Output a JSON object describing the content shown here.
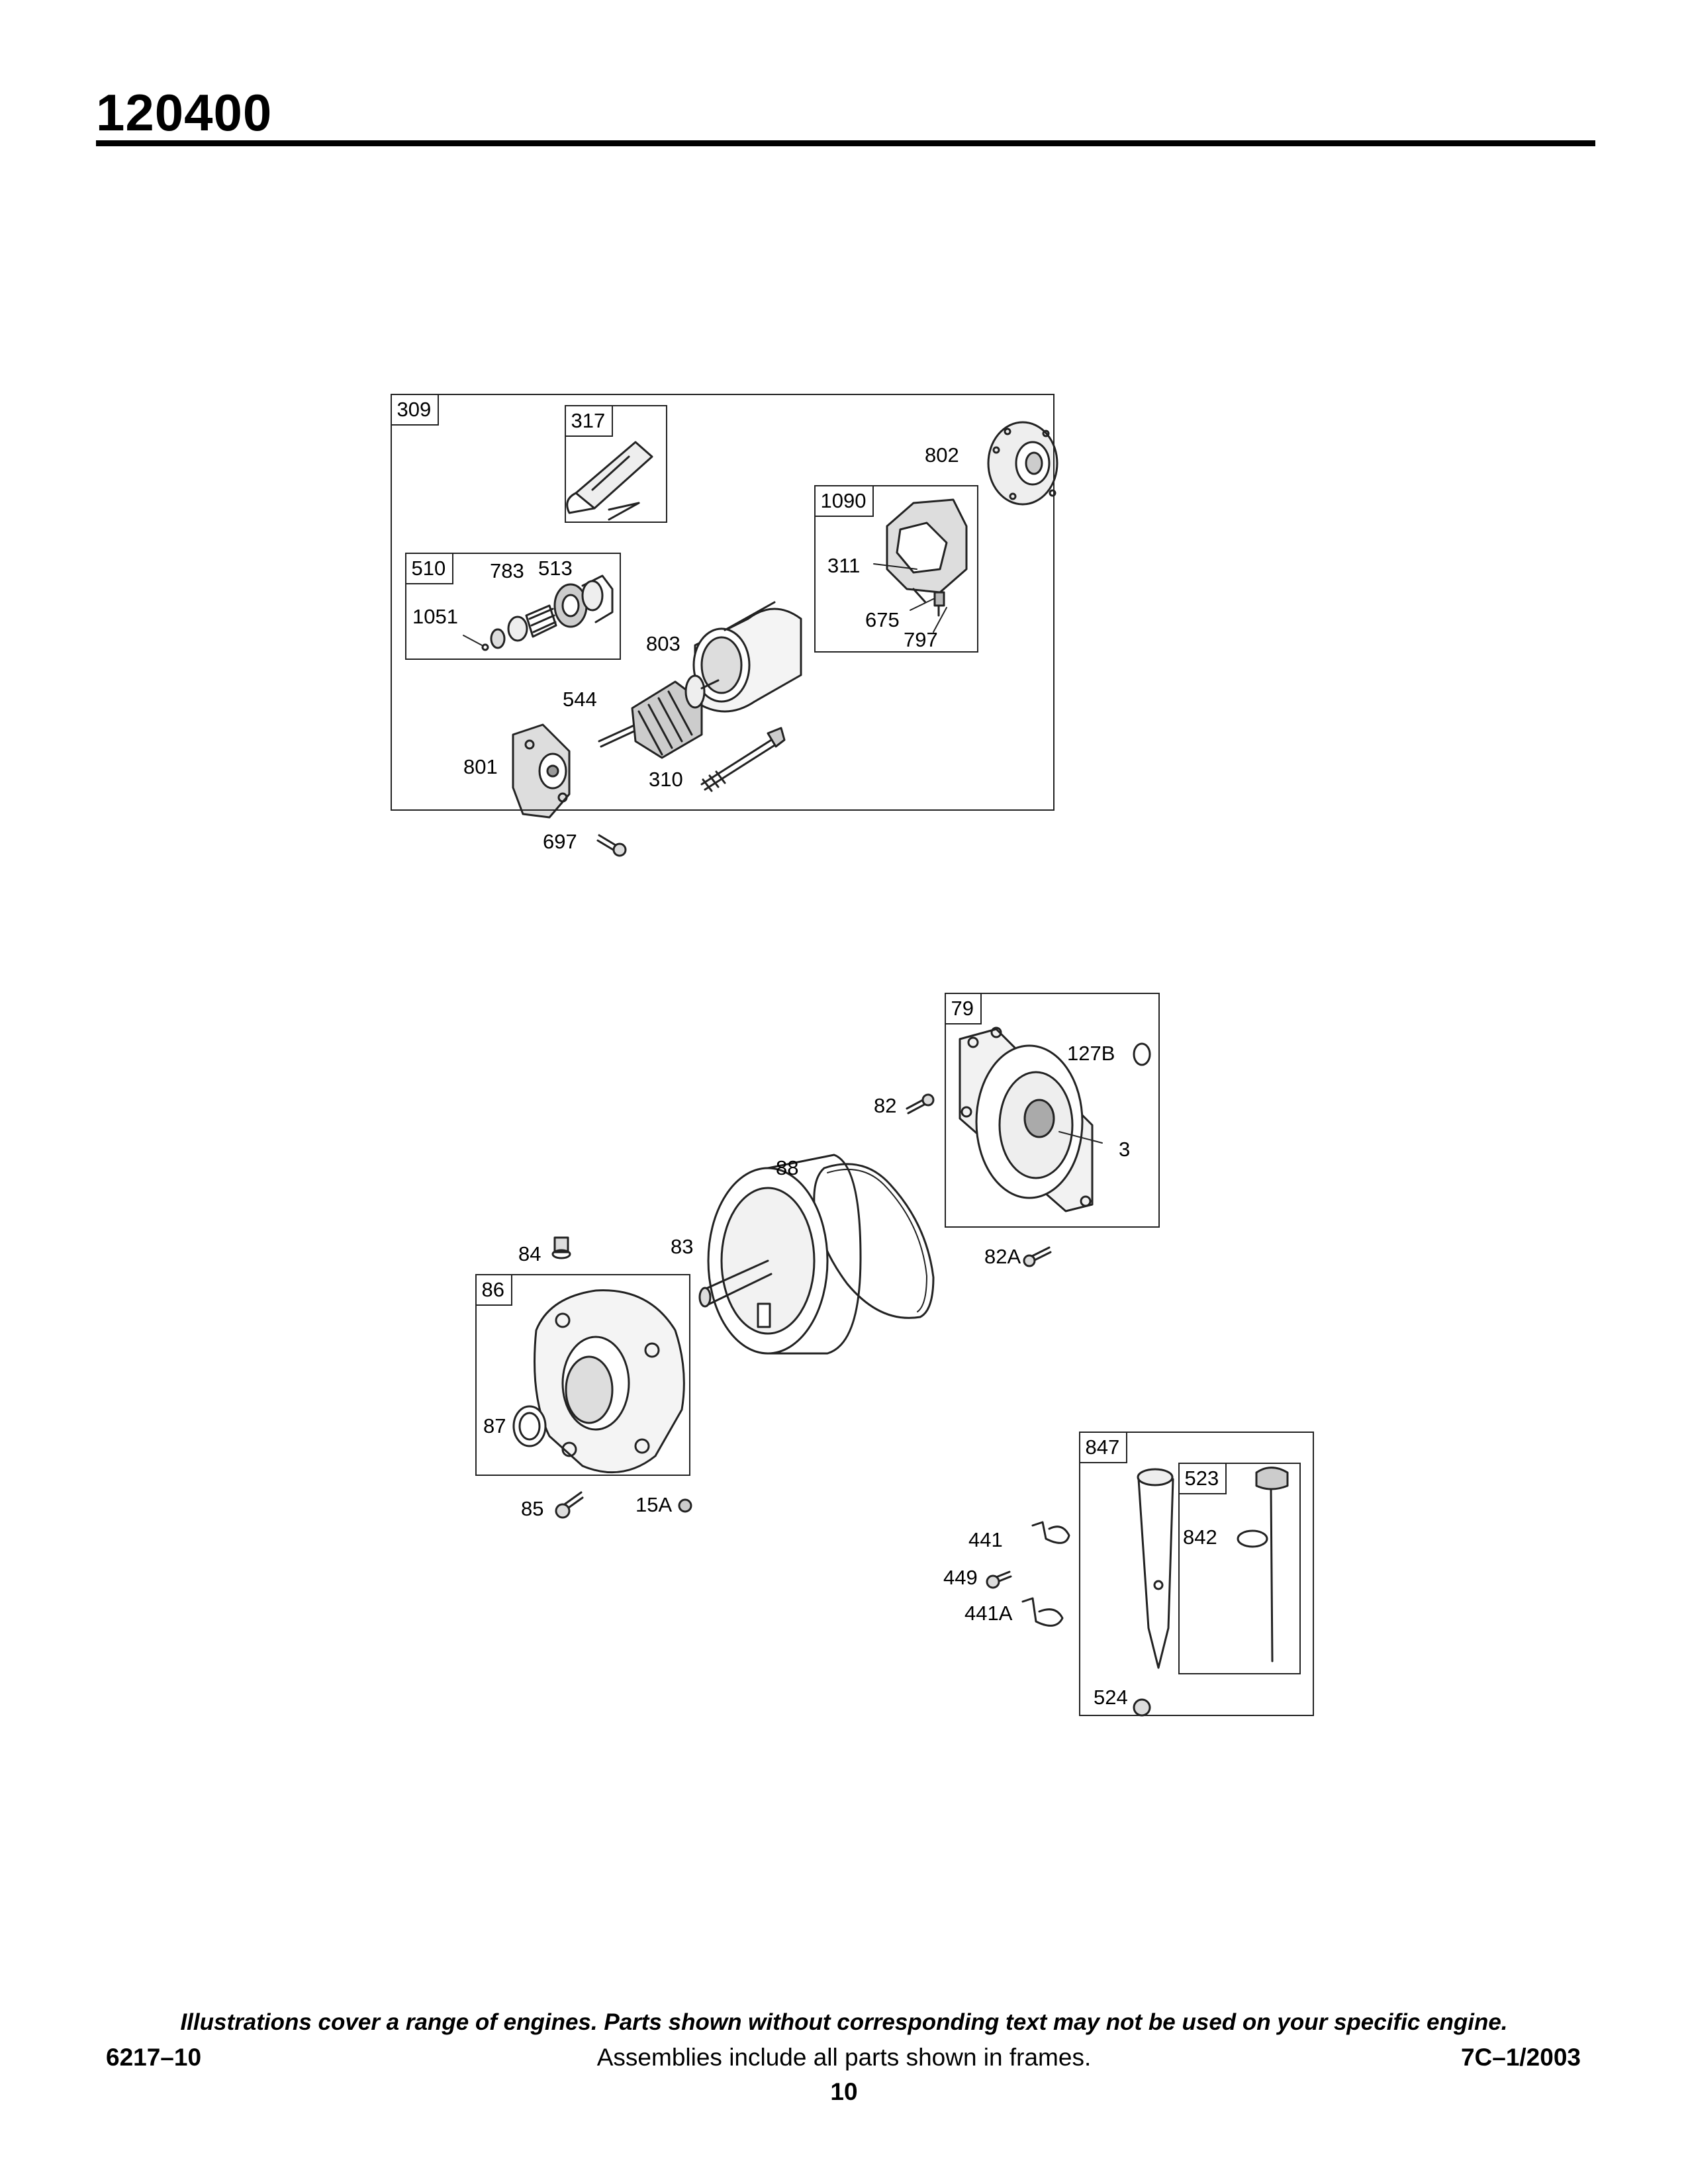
{
  "page": {
    "model_number": "120400",
    "footer_note": "Illustrations cover a range of engines. Parts shown without corresponding text may not be used on your specific engine.",
    "doc_code": "6217–10",
    "assemblies_note": "Assemblies include all parts shown in frames.",
    "revision": "7C–1/2003",
    "page_number": "10"
  },
  "frames": {
    "f309": "309",
    "f317": "317",
    "f510": "510",
    "f1090": "1090",
    "f79": "79",
    "f86": "86",
    "f847": "847",
    "f523": "523"
  },
  "parts": {
    "p802": "802",
    "p311": "311",
    "p675": "675",
    "p797": "797",
    "p783": "783",
    "p513": "513",
    "p1051": "1051",
    "p803": "803",
    "p544": "544",
    "p801": "801",
    "p310": "310",
    "p697": "697",
    "p127B": "127B",
    "p82": "82",
    "p3": "3",
    "p88": "88",
    "p84": "84",
    "p83": "83",
    "p82A": "82A",
    "p87": "87",
    "p85": "85",
    "p15A": "15A",
    "p441": "441",
    "p449": "449",
    "p441A": "441A",
    "p842": "842",
    "p524": "524"
  }
}
